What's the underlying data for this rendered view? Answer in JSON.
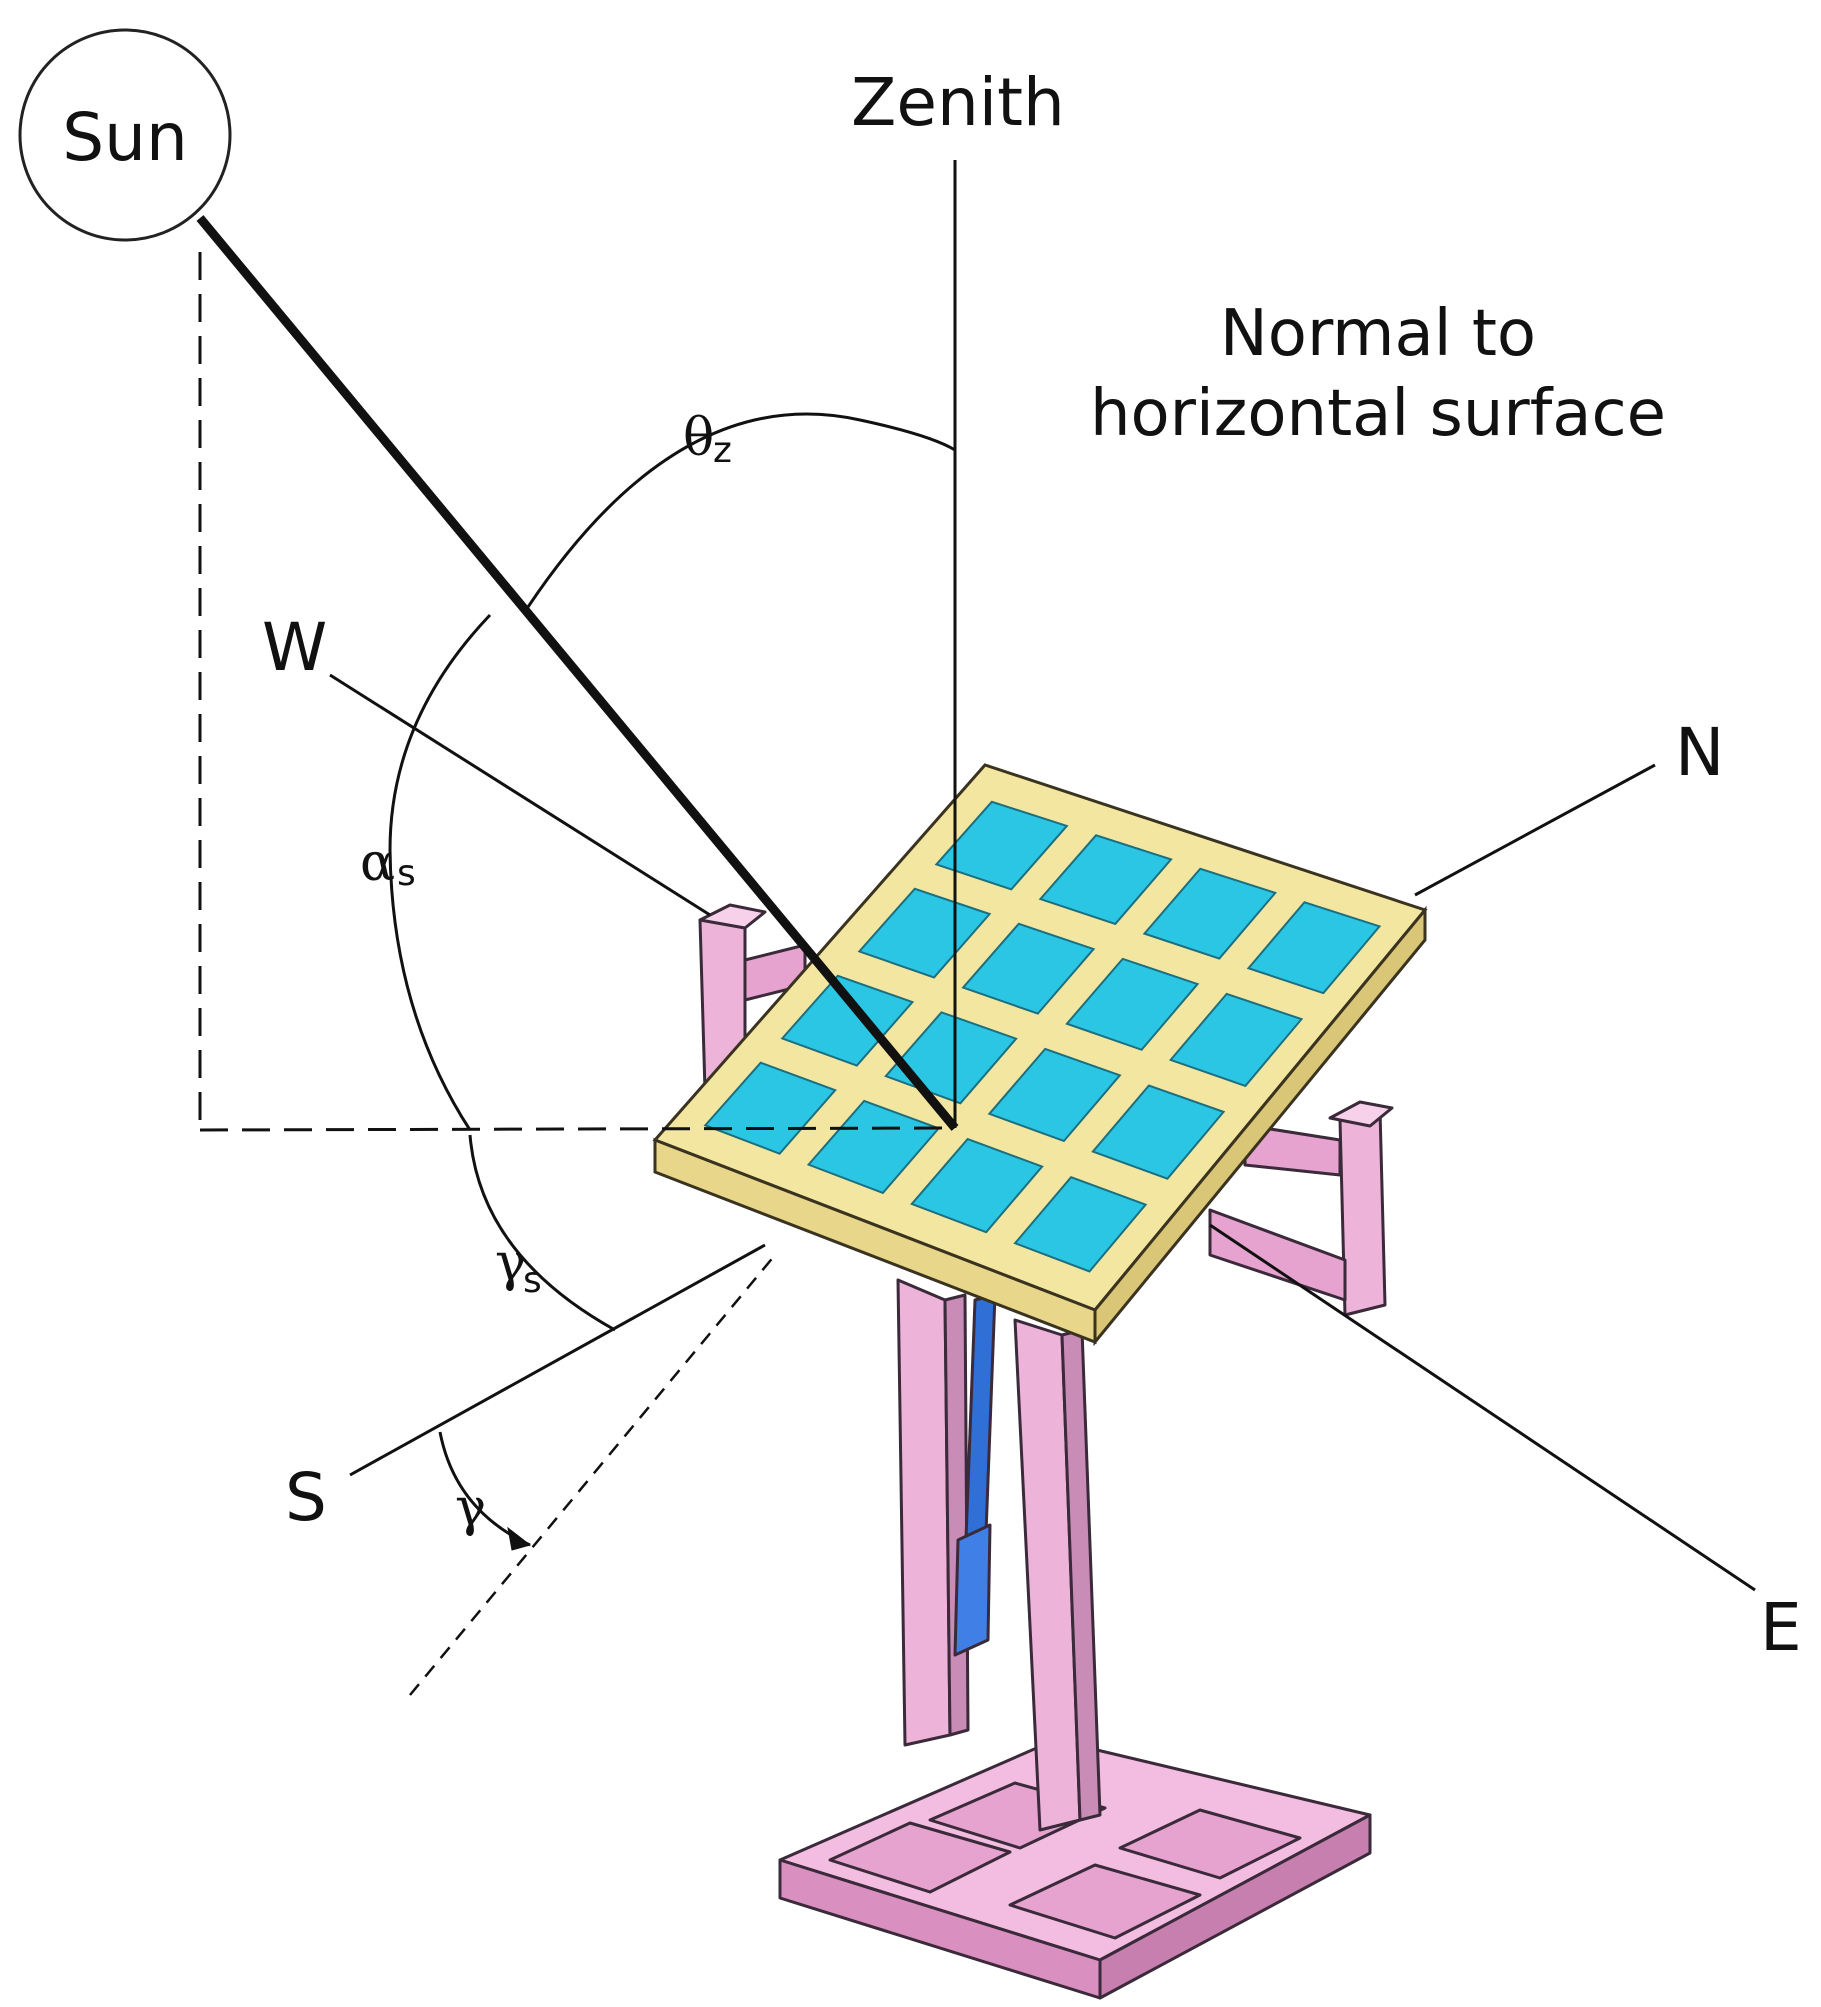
{
  "labels": {
    "sun": "Sun",
    "zenith": "Zenith",
    "normal_line1": "Normal to",
    "normal_line2": "horizontal surface",
    "west": "W",
    "north": "N",
    "south": "S",
    "east": "E",
    "theta_z": "θ",
    "theta_z_sub": "z",
    "alpha_s": "α",
    "alpha_s_sub": "s",
    "gamma_s": "γ",
    "gamma_s_sub": "s",
    "gamma": "γ"
  },
  "colors": {
    "panel_cells": "#2bc6e3",
    "panel_frame": "#f2e6a0",
    "stand": "#eeb3d8",
    "stand_outline": "#3a2a3a",
    "actuator": "#2f6fd6",
    "lines": "#111111"
  }
}
